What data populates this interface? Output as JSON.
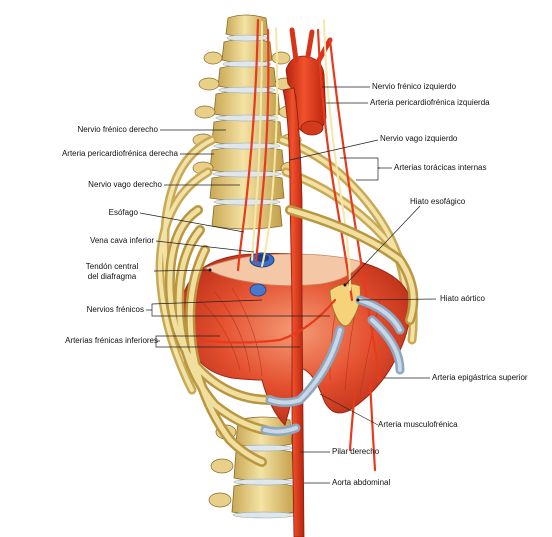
{
  "labels": {
    "nervio_frenico_izquierdo": "Nervio frénico izquierdo",
    "arteria_pericardiofrenica_izquierda": "Arteria pericardiofrénica izquierda",
    "nervio_vago_izquierdo": "Nervio vago izquierdo",
    "arterias_toracicas_internas": "Arterias torácicas internas",
    "hiato_esofagico": "Hiato esofágico",
    "hiato_aortico": "Hiato aórtico",
    "arteria_epigastrica_superior": "Arteria epigástrica superior",
    "arteria_musculofrenica": "Arteria musculofrénica",
    "pilar_derecho": "Pilar derecho",
    "aorta_abdominal": "Aorta abdominal",
    "nervio_frenico_derecho": "Nervio frénico derecho",
    "arteria_pericardiofrenica_derecha": "Arteria pericardiofrénica derecha",
    "nervio_vago_derecho": "Nervio vago derecho",
    "esofago": "Esófago",
    "vena_cava_inferior": "Vena cava inferior",
    "tendon_central_line1": "Tendón central",
    "tendon_central_line2": "del diafragma",
    "nervios_frenicos": "Nervios frénicos",
    "arterias_frenicas_inferiores": "Arterias frénicas inferiores"
  },
  "colors": {
    "bone": "#ecd690",
    "bone_shade": "#c9a956",
    "disc": "#9eb4c8",
    "artery": "#e83a1c",
    "muscle": "#e2462a",
    "muscle_light": "#f07a55",
    "tendon": "#f3c9a8",
    "vein": "#3d6fc8",
    "cartilage": "#a9bfd6",
    "nerve": "#f2e6a6"
  }
}
